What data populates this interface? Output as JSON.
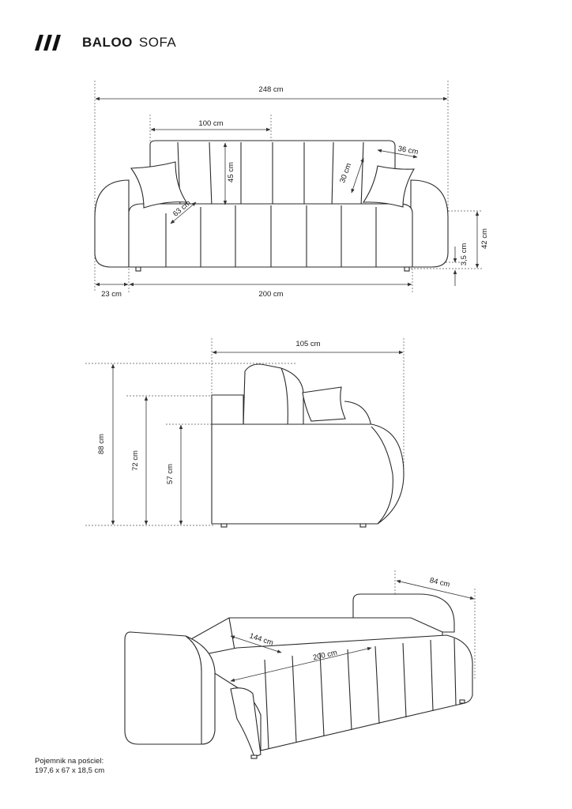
{
  "header": {
    "brand": "BALOO",
    "product": "SOFA",
    "logo_icon": "triple-slash-logo-icon"
  },
  "front_view": {
    "total_width": "248 cm",
    "cushion_width": "100 cm",
    "backrest_height": "45 cm",
    "pillow_width": "36 cm",
    "pillow_height": "30 cm",
    "seat_depth": "63 cm",
    "seat_height": "42 cm",
    "leg_height": "3,5 cm",
    "armrest_width": "23 cm",
    "seat_width": "200 cm"
  },
  "side_view": {
    "depth": "105 cm",
    "total_height": "88 cm",
    "back_height": "72 cm",
    "arm_height": "57 cm"
  },
  "bed_view": {
    "depth": "84 cm",
    "bed_width": "144 cm",
    "bed_length": "200 cm"
  },
  "footnote": {
    "line1": "Pojemnik na pościel:",
    "line2": "197,6 x 67 x 18,5 cm"
  },
  "colors": {
    "line": "#2a2a2a",
    "background": "#ffffff"
  }
}
